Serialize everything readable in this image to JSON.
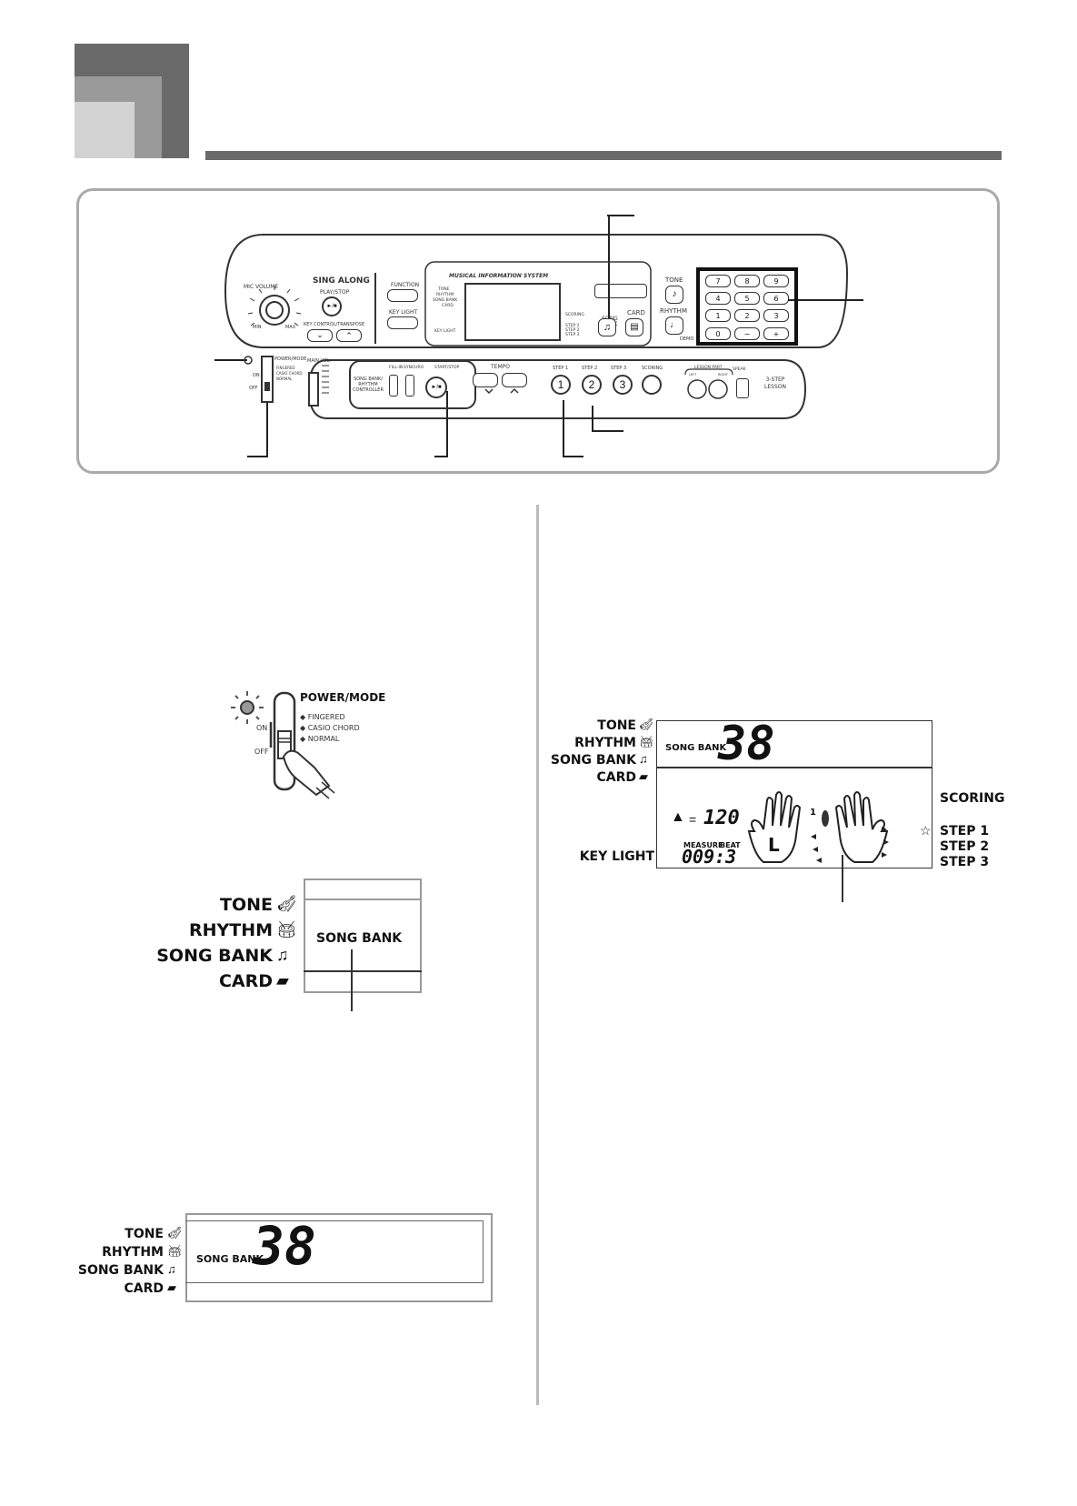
{
  "panel": {
    "display_title": "MUSICAL INFORMATION SYSTEM",
    "sing_along": "SING ALONG",
    "mic_volume": "MIC VOLUME",
    "play_stop": "PLAY/STOP",
    "play_symbol": "►/■",
    "key_control": "KEY CONTROL/TRANSPOSE",
    "min": "MIN",
    "max": "MAX",
    "function": "FUNCTION",
    "key_light": "KEY LIGHT",
    "mode_tone": "TONE",
    "mode_rhythm": "RHYTHM",
    "mode_song_bank": "SONG BANK",
    "mode_card": "CARD",
    "scoring": "SCORING",
    "steps": "STEP 1  STEP 2  STEP 3",
    "song_bank_btn": "SONG BANK",
    "card_btn": "CARD",
    "tone_btn": "TONE",
    "rhythm_btn": "RHYTHM",
    "demo": "DEMO",
    "keypad": [
      "7",
      "8",
      "9",
      "4",
      "5",
      "6",
      "1",
      "2",
      "3",
      "0",
      "−",
      "+"
    ],
    "power_mode": "POWER/MODE",
    "on": "ON",
    "off": "OFF",
    "fingered": "FINGERED",
    "casio_chord": "CASIO CHORD",
    "normal": "NORMAL",
    "main_vol": "MAIN VOL.",
    "controller": "SONG BANK/ RHYTHM CONTROLLER",
    "fill_in": "FILL-IN",
    "synchro": "SYNCHRO",
    "start_stop": "START/STOP",
    "tempo": "TEMPO",
    "step1": "STEP 1",
    "step2": "STEP 2",
    "step3": "STEP 3",
    "step_num1": "1",
    "step_num2": "2",
    "step_num3": "3",
    "scoring_btn": "SCORING",
    "lesson_part": "LESSON PART",
    "left": "LEFT",
    "right": "RIGHT",
    "speak": "SPEAK",
    "three_step": "3-STEP LESSON"
  },
  "power_fig": {
    "title": "POWER/MODE",
    "on": "ON",
    "off": "OFF",
    "fingered": "◆ FINGERED",
    "casio_chord": "◆ CASIO CHORD",
    "normal": "◆ NORMAL"
  },
  "lcd_small": {
    "tone": "TONE",
    "rhythm": "RHYTHM",
    "song_bank": "SONG BANK",
    "card": "CARD",
    "indicator": "SONG BANK"
  },
  "lcd_wide": {
    "tone": "TONE",
    "rhythm": "RHYTHM",
    "song_bank": "SONG BANK",
    "card": "CARD",
    "indicator": "SONG BANK",
    "number": "38"
  },
  "lcd_large": {
    "tone": "TONE",
    "rhythm": "RHYTHM",
    "song_bank": "SONG BANK",
    "card": "CARD",
    "key_light": "KEY LIGHT",
    "indicator": "SONG BANK",
    "number": "38",
    "tempo_eq": "=",
    "tempo_value": "120",
    "measure": "MEASURE",
    "beat": "BEAT",
    "measure_beat": "009:3",
    "left_hand": "L",
    "finger": "1",
    "scoring": "SCORING",
    "star": "☆",
    "step1": "STEP 1",
    "step2": "STEP 2",
    "step3": "STEP 3"
  }
}
